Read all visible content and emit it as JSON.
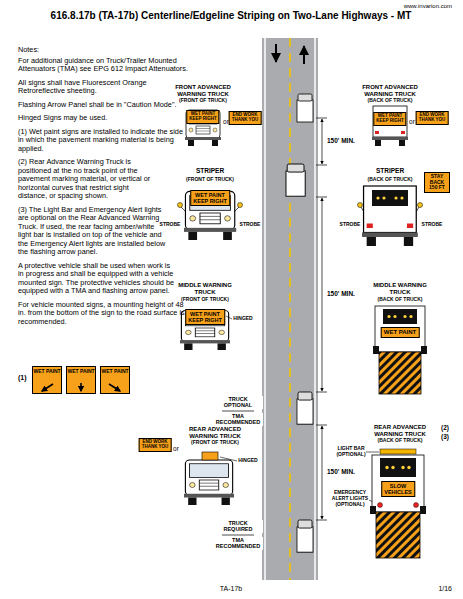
{
  "diagram": {
    "title": "616.8.17b (TA-17b) Centerline/Edgeline Striping on Two-Lane Highways - MT",
    "nodes": [
      {
        "text": [
          "WET PAINT",
          "KEEP RIGHT"
        ]
      },
      {
        "text": [
          "END WORK",
          "THANK YOU"
        ]
      },
      {
        "text": [
          "WET PAINT",
          "KEEP RIGHT"
        ]
      },
      {
        "text": [
          "END WORK",
          "THANK YOU"
        ]
      },
      {
        "text": [
          "WET PAINT",
          "KEEP RIGHT"
        ]
      },
      {
        "text": [
          "STAY BACK 150 FT"
        ]
      },
      {
        "text": [
          "WET PAINT",
          "KEEP RIGHT"
        ]
      },
      {
        "text": [
          "WET PAINT"
        ]
      },
      {
        "text": [
          "WET PAINT"
        ]
      },
      {
        "text": [
          "WET PAINT"
        ]
      },
      {
        "text": [
          "WET PAINT"
        ]
      },
      {
        "text": [
          "END WORK",
          "THANK YOU"
        ]
      },
      {
        "text": [
          "SLOW",
          "VEHICLES"
        ]
      }
    ],
    "labels": [
      "www.invarion.com",
      "Notes:",
      "For additional guidance on Truck/Trailer Mounted Attenuators (TMA) see EPG 612 Impact Attenuators.",
      "All signs shall have Fluorescent Orange Retroreflective sheeting.",
      "Flashing Arrow Panel shall be in \"Caution Mode\".",
      "Hinged Signs may be used.",
      "(1) Wet paint signs are installed to indicate the side in which the pavement marking material is being applied.",
      "(2) Rear Advance Warning Truck is positioned at the no track point of the pavement marking material, or vertical or horizontal curves that restrict sight distance, or spacing shown.",
      "(3) The Light Bar and Emergency Alert lights are optional on the Rear Advanced Warning Truck. If used, the rear facing amber/white light bar is installed on top of the vehicle and the Emergency Alert lights are installed below the flashing arrow panel.",
      "A protective vehicle shall be used when work is in progress and shall be equipped with a vehicle mounted sign. The protective vehicles should be equipped with a TMA and flashing arrow panel.",
      "For vehicle mounted signs, a mounting height of 48 in. from the bottom of the sign to the road surface is recommended.",
      "(1)",
      "FRONT ADVANCED WARNING TRUCK",
      "(FRONT OF TRUCK)",
      "or",
      "FRONT ADVANCED WARNING TRUCK",
      "(BACK OF TRUCK)",
      "or",
      "STRIPER",
      "(FRONT OF TRUCK)",
      "STROBE",
      "STROBE",
      "STRIPER",
      "(BACK OF TRUCK)",
      "STROBE",
      "STROBE",
      "MIDDLE WARNING TRUCK",
      "(FRONT OF TRUCK)",
      "HINGED",
      "MIDDLE WARNING TRUCK",
      "(BACK OF TRUCK)",
      "REAR ADVANCED WARNING TRUCK",
      "(FRONT OF TRUCK)",
      "or",
      "HINGED",
      "REAR ADVANCED WARNING TRUCK",
      "(BACK OF TRUCK)",
      "(2)",
      "(3)",
      "LIGHT BAR (OPTIONAL)",
      "EMERGENCY ALERT LIGHTS (OPTIONAL)",
      "150' MIN.",
      "150' MIN.",
      "150' MIN.",
      "TRUCK OPTIONAL",
      "TMA RECOMMENDED",
      "TRUCK REQUIRED",
      "TMA RECOMMENDED",
      "TA-17b",
      "1/16"
    ]
  }
}
